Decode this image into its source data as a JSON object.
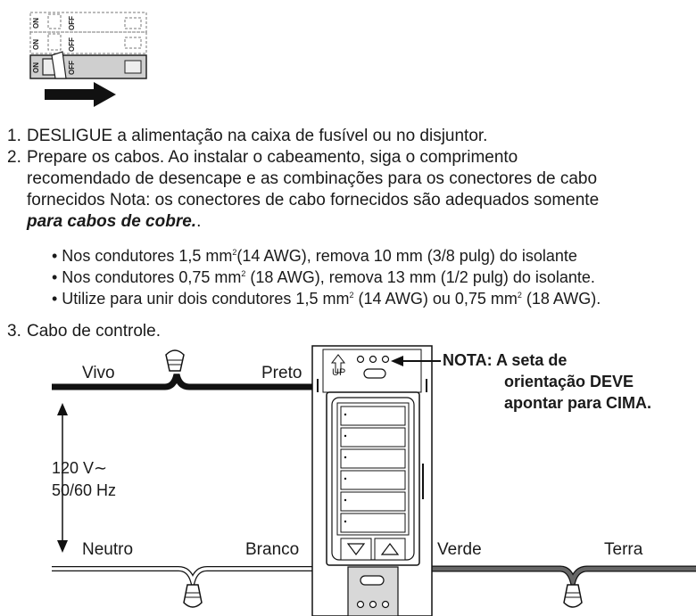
{
  "switch_figure": {
    "on_label": "ON",
    "off_label": "OFF"
  },
  "steps": [
    {
      "num": "1.",
      "text": "DESLIGUE a alimentação na caixa de fusível ou no disjuntor."
    },
    {
      "num": "2.",
      "line1": "Prepare os cabos. Ao instalar o cabeamento, siga o comprimento",
      "line2": "recomendado de desencape e as combinações para os conectores de cabo",
      "line3": "fornecidos Nota: os conectores de cabo fornecidos são adequados somente",
      "line4_bold": "para cabos de cobre.",
      "line4_tail": "."
    },
    {
      "num": "3.",
      "text": "Cabo de controle."
    }
  ],
  "bullets": [
    {
      "pre": "• Nos condutores 1,5 mm",
      "sup": "2",
      "post": "(14 AWG), remova 10 mm (3/8 pulg) do isolante"
    },
    {
      "pre": "• Nos condutores 0,75 mm",
      "sup": "2",
      "post": " (18 AWG), remova 13 mm (1/2 pulg) do isolante."
    },
    {
      "pre": "• Utilize para unir dois condutores 1,5 mm",
      "sup": "2",
      "mid": " (14 AWG) ou 0,75 mm",
      "sup2": "2",
      "post": " (18 AWG)."
    }
  ],
  "wiring": {
    "vivo": "Vivo",
    "preto": "Preto",
    "neutro": "Neutro",
    "branco": "Branco",
    "verde": "Verde",
    "terra": "Terra",
    "voltage": "120 V∼",
    "frequency": "50/60 Hz",
    "up_label": "UP",
    "note_line1": "NOTA: A seta de",
    "note_line2": "orientação DEVE",
    "note_line3": "apontar para CIMA."
  },
  "colors": {
    "wire_black": "#111111",
    "wire_green": "#555555",
    "wire_white": "#ffffff"
  }
}
